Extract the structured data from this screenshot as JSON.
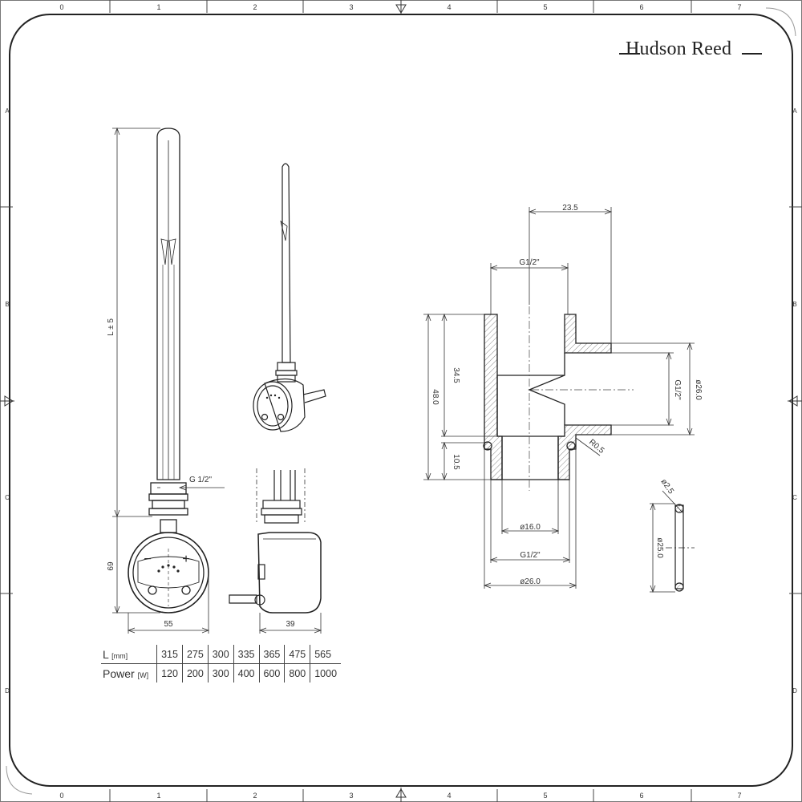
{
  "brand": {
    "name": "Hudson Reed"
  },
  "frame": {
    "columns": [
      "0",
      "1",
      "2",
      "3",
      "4",
      "5",
      "6",
      "7"
    ],
    "rows": [
      "A",
      "B",
      "C",
      "D"
    ]
  },
  "side_view": {
    "length_label": "L ± 5",
    "thread_label": "G 1/2\"",
    "height_label": "69",
    "width_label": "55",
    "panel_minus": "−",
    "panel_plus": "+"
  },
  "end_view": {
    "depth_label": "39"
  },
  "fitting": {
    "top_width": "23.5",
    "top_thread": "G1/2\"",
    "height_34": "34.5",
    "height_48": "48.0",
    "height_10": "10.5",
    "side_thread": "G1/2\"",
    "side_dia": "ø26.0",
    "radius": "R0.5",
    "bore_dia": "ø16.0",
    "bottom_thread": "G1/2\"",
    "bottom_dia": "ø26.0"
  },
  "oring": {
    "section": "ø2.5",
    "diameter": "ø25.0"
  },
  "spec_table": {
    "length_label": "L",
    "length_unit": "[mm]",
    "power_label": "Power",
    "power_unit": "[W]",
    "lengths": [
      "315",
      "275",
      "300",
      "335",
      "365",
      "475",
      "565"
    ],
    "powers": [
      "120",
      "200",
      "300",
      "400",
      "600",
      "800",
      "1000"
    ]
  }
}
